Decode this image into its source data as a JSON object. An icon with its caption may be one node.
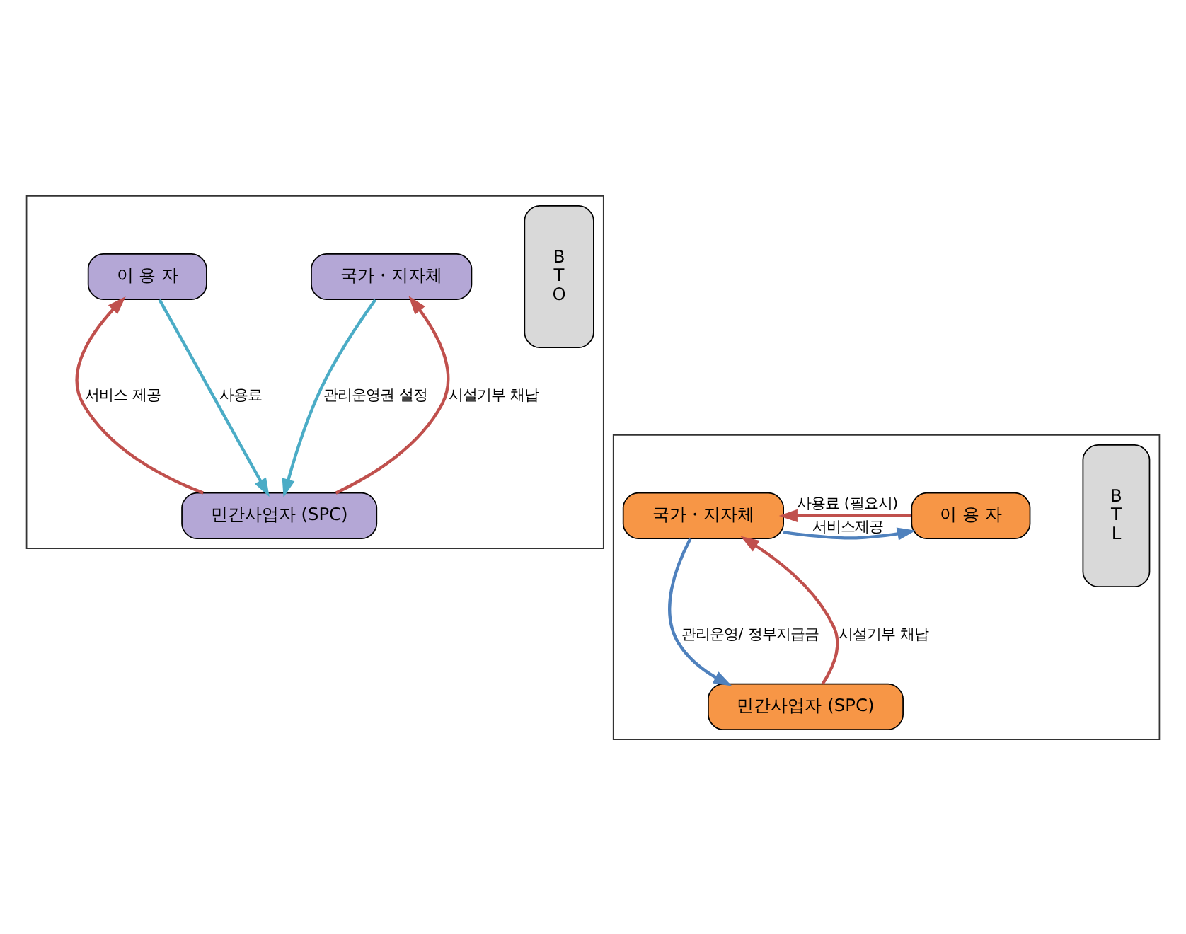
{
  "diagram": {
    "nodes": [
      {
        "text": [],
        "shape": "box"
      },
      {
        "text": [
          "B T O"
        ],
        "in": 0
      },
      {
        "text": [
          "민간사업자 (SPC)"
        ],
        "in": 0
      },
      {
        "text": [
          "이 용 자"
        ],
        "in": 0
      },
      {
        "text": [
          "국가・지자체"
        ],
        "in": 0
      },
      {
        "text": [],
        "shape": "box"
      },
      {
        "text": [
          "B T L"
        ],
        "in": 5
      },
      {
        "text": [
          "민간사업자 (SPC)"
        ],
        "in": 5
      },
      {
        "text": [
          "이 용 자"
        ],
        "in": 5
      },
      {
        "text": [
          "국가・지자체"
        ],
        "in": 5
      }
    ],
    "edges": [
      {
        "from": 2,
        "to": 3,
        "arrow": "to",
        "label": "서비스 제공",
        "color": "#c0504d"
      },
      {
        "from": 3,
        "to": 2,
        "arrow": "to",
        "label": "사용료",
        "color": "#4bacc6"
      },
      {
        "from": 2,
        "to": 4,
        "arrow": "to",
        "label": "시설기부 채납",
        "color": "#c0504d"
      },
      {
        "from": 4,
        "to": 2,
        "arrow": "to",
        "label": "관리운영권 설정",
        "color": "#4bacc6"
      },
      {
        "from": 7,
        "to": 9,
        "arrow": "to",
        "label": "시설기부 채납",
        "color": "#c0504d"
      },
      {
        "from": 9,
        "to": 7,
        "arrow": "to",
        "label": "관리운영/ 정부지급금",
        "color": "#4f81bd"
      },
      {
        "from": 9,
        "to": 8,
        "arrow": "to",
        "label": "서비스제공",
        "color": "#4f81bd"
      },
      {
        "from": 8,
        "to": 9,
        "arrow": "to",
        "label": "사용료 (필요시)",
        "color": "#c0504d"
      }
    ]
  }
}
